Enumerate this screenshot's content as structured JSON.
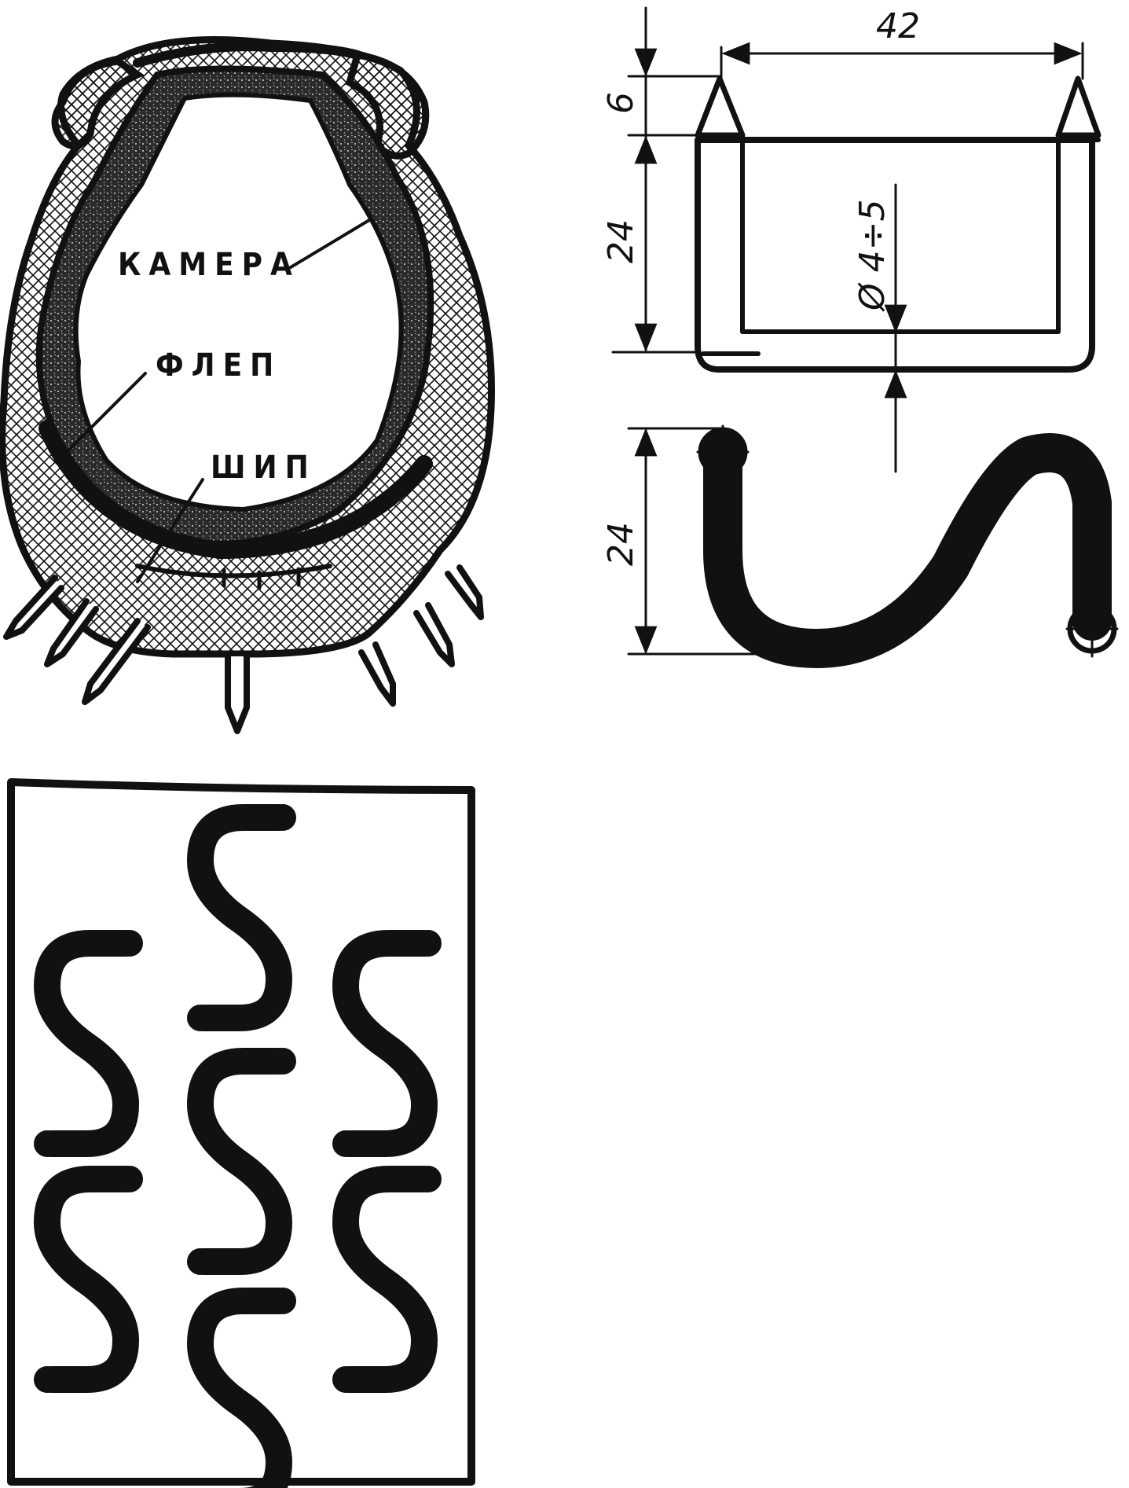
{
  "labels": {
    "tube": "КАМЕРА",
    "flap": "ФЛЕП",
    "spike": "ШИП"
  },
  "dimensions": {
    "width": "42",
    "tip": "6",
    "height_top": "24",
    "diameter": "Ø 4÷5",
    "height_bottom": "24"
  },
  "colors": {
    "ink": "#111111",
    "paper": "#ffffff"
  }
}
